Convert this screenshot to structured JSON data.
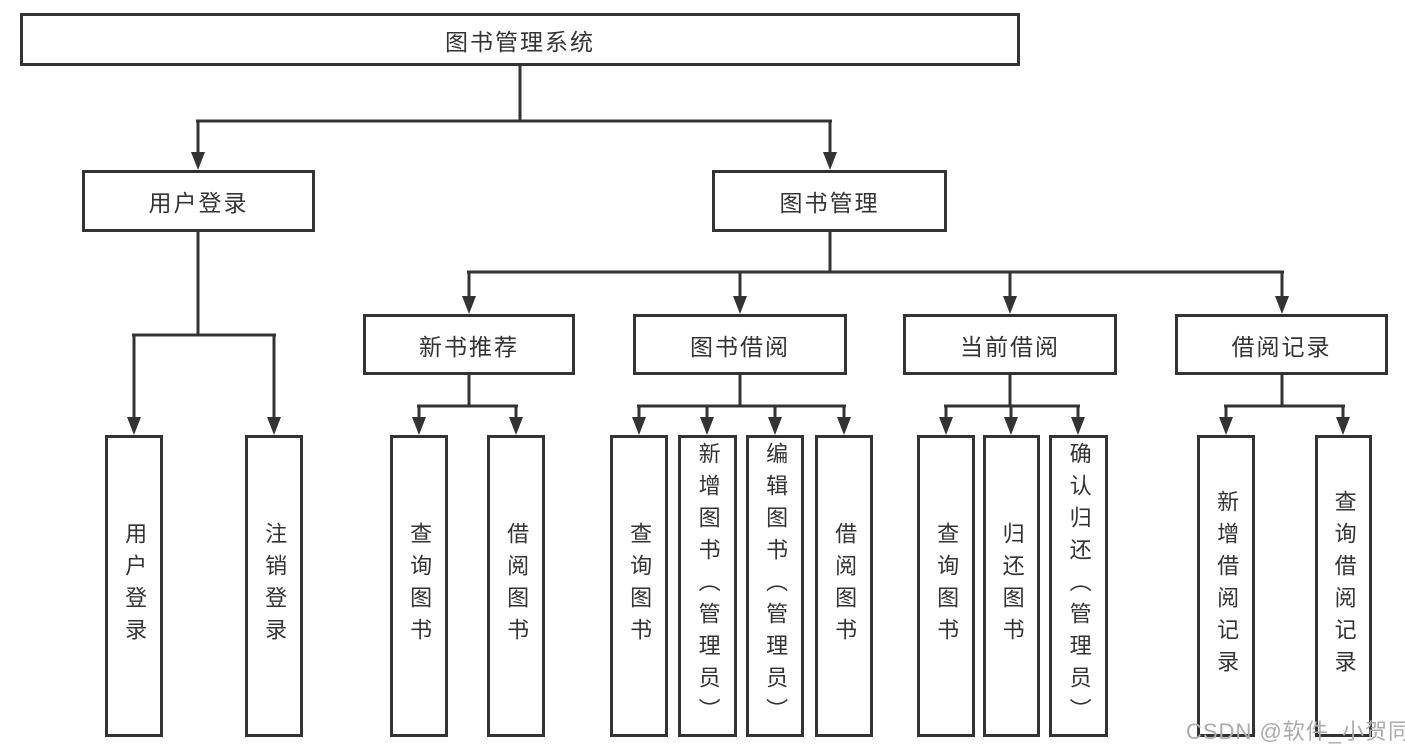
{
  "diagram": {
    "root": {
      "label": "图书管理系统"
    },
    "branches": [
      {
        "label": "用户登录",
        "children": [
          {
            "label": "用户登录"
          },
          {
            "label": "注销登录"
          }
        ]
      },
      {
        "label": "图书管理",
        "children": [
          {
            "label": "新书推荐",
            "children": [
              {
                "label": "查询图书"
              },
              {
                "label": "借阅图书"
              }
            ]
          },
          {
            "label": "图书借阅",
            "children": [
              {
                "label": "查询图书"
              },
              {
                "label": "新增图书（管理员）"
              },
              {
                "label": "编辑图书（管理员）"
              },
              {
                "label": "借阅图书"
              }
            ]
          },
          {
            "label": "当前借阅",
            "children": [
              {
                "label": "查询图书"
              },
              {
                "label": "归还图书"
              },
              {
                "label": "确认归还（管理员）"
              }
            ]
          },
          {
            "label": "借阅记录",
            "children": [
              {
                "label": "新增借阅记录"
              },
              {
                "label": "查询借阅记录"
              }
            ]
          }
        ]
      }
    ]
  },
  "watermark": {
    "text": "CSDN @软件_小贺同学",
    "color": "#ababab"
  },
  "colors": {
    "line": "#333333",
    "text": "#333333",
    "background": "#ffffff"
  }
}
